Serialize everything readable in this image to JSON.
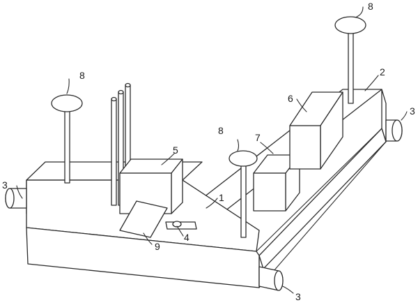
{
  "diagram": {
    "labels": {
      "frame_1": "1",
      "frame_2": "2",
      "pipe_left": "3",
      "pipe_front": "3",
      "pipe_right": "3",
      "nozzle_4": "4",
      "box_5": "5",
      "box_6": "6",
      "box_7": "7",
      "lamp_left": "8",
      "lamp_middle": "8",
      "lamp_right": "8",
      "panel_9": "9"
    }
  }
}
